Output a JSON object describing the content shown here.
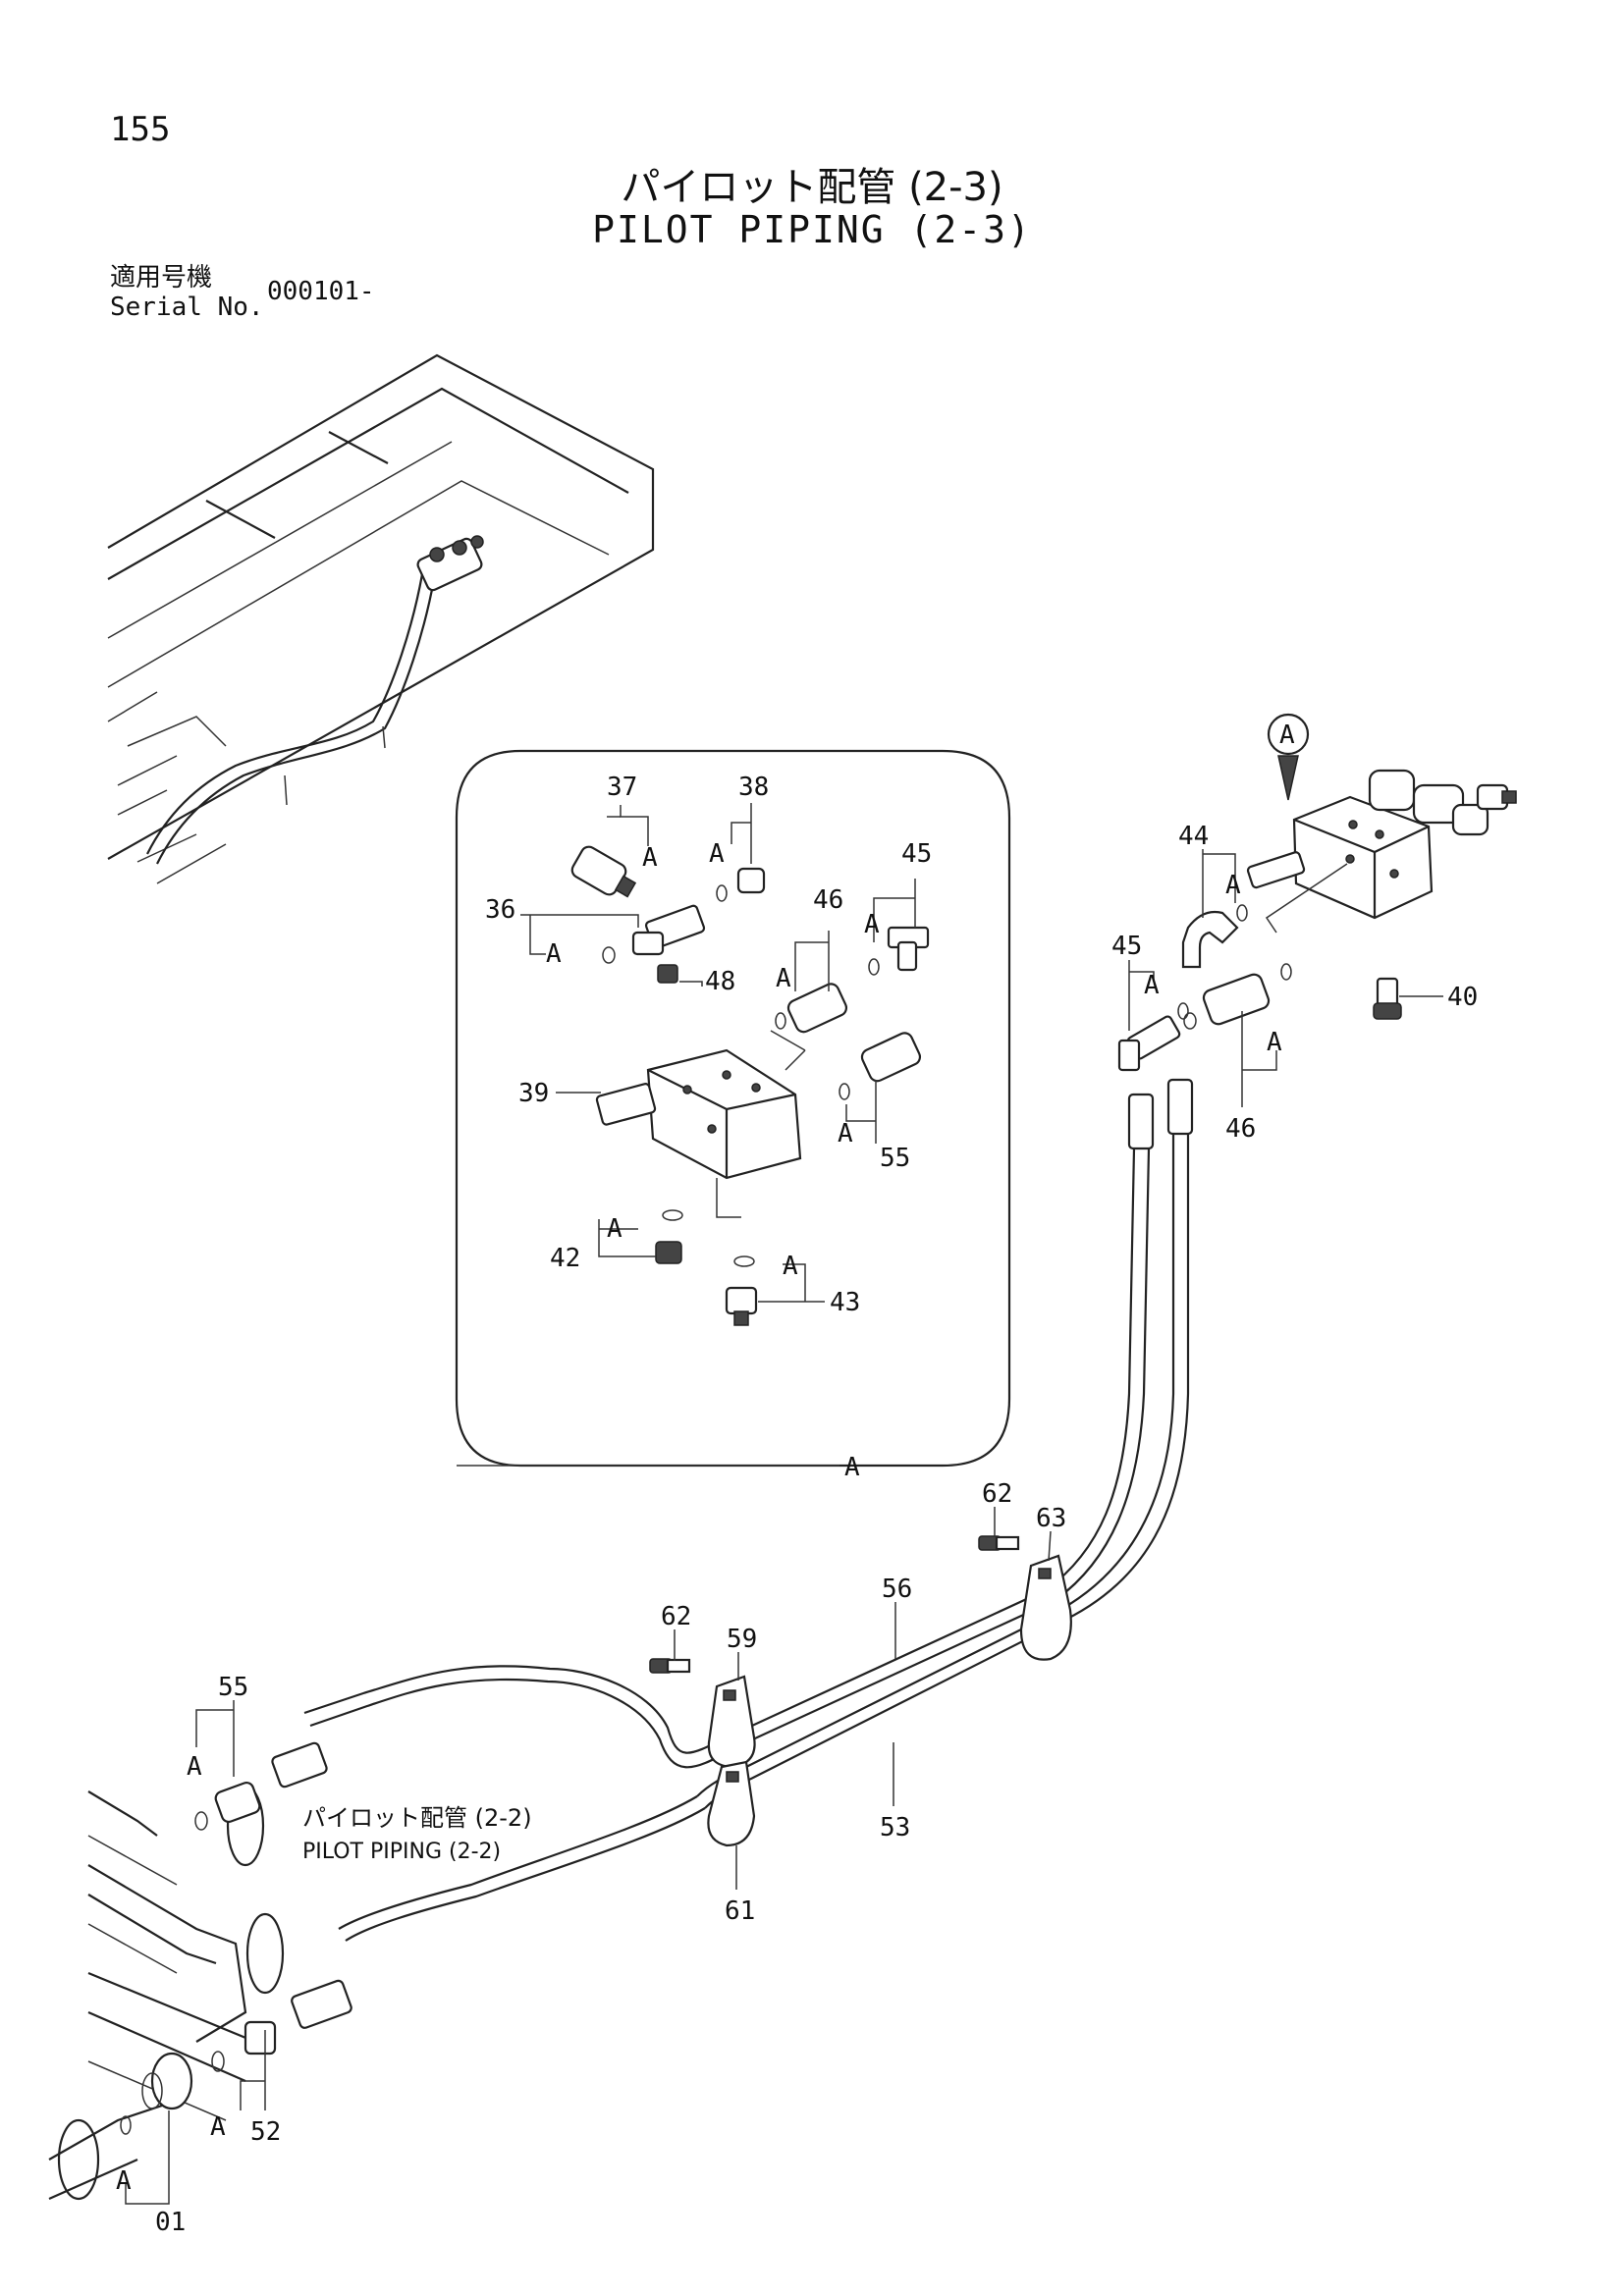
{
  "page_number": "155",
  "title_jp": "パイロット配管 (2-3)",
  "title_en": "PILOT PIPING (2-3)",
  "serial": {
    "label_jp": "適用号機",
    "label_en": "Serial No.",
    "value": "000101-"
  },
  "detail_view": {
    "view_marker": "A",
    "frame_label": "A",
    "callouts": [
      "37",
      "38",
      "36",
      "48",
      "46",
      "45",
      "39",
      "55",
      "42",
      "43"
    ],
    "sub_labels": [
      "A",
      "A",
      "A",
      "A",
      "A",
      "A",
      "A",
      "A"
    ]
  },
  "main_view": {
    "callouts": [
      "44",
      "45",
      "40",
      "46",
      "62",
      "63",
      "56",
      "62",
      "59",
      "53",
      "61",
      "55",
      "52",
      "01"
    ],
    "sub_labels": [
      "A",
      "A",
      "A",
      "A",
      "A",
      "A"
    ],
    "ref_jp": "パイロット配管 (2-2)",
    "ref_en": "PILOT PIPING (2-2)"
  }
}
